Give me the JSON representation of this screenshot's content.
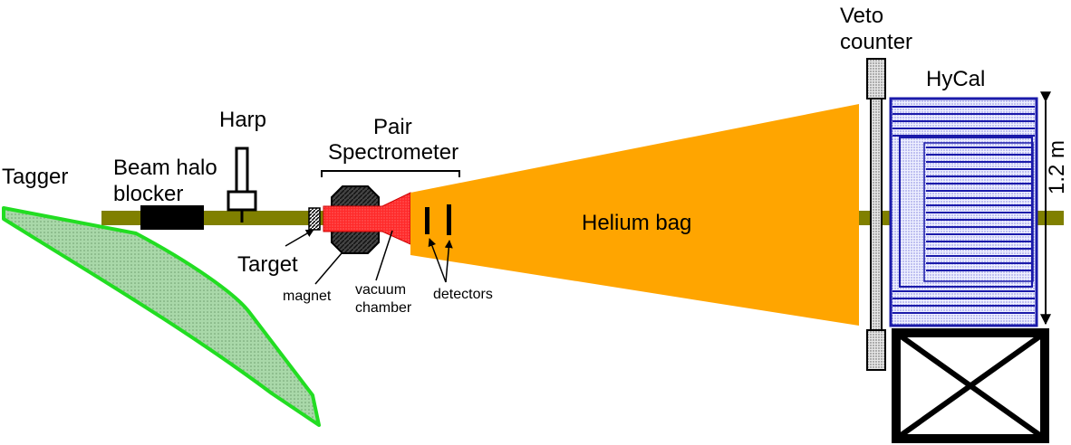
{
  "labels": {
    "tagger": "Tagger",
    "beam_halo_blocker_line1": "Beam halo",
    "beam_halo_blocker_line2": "blocker",
    "harp": "Harp",
    "pair_spectrometer_line1": "Pair",
    "pair_spectrometer_line2": "Spectrometer",
    "target": "Target",
    "magnet": "magnet",
    "vacuum_chamber_line1": "vacuum",
    "vacuum_chamber_line2": "chamber",
    "detectors": "detectors",
    "helium_bag": "Helium bag",
    "veto_counter_line1": "Veto",
    "veto_counter_line2": "counter",
    "hycal": "HyCal",
    "dimension": "1.2 m"
  },
  "colors": {
    "beamline": "#808000",
    "tagger_fill": "#99cc99",
    "tagger_outline": "#22dd22",
    "helium_bag": "#ffa500",
    "vacuum_chamber": "#ff1a1a",
    "hycal_outline": "#1a1aaa",
    "stand": "#000000"
  }
}
